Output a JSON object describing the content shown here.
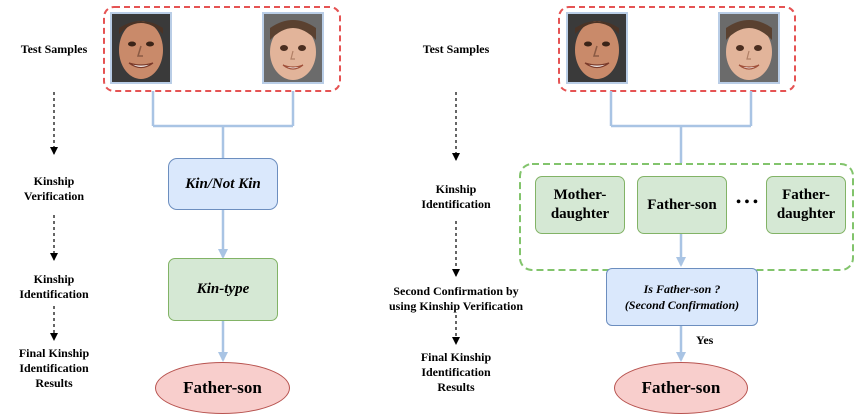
{
  "left": {
    "labels": {
      "test_samples": "Test Samples",
      "kinship_verification": "Kinship\nVerification",
      "kinship_identification": "Kinship\nIdentification",
      "final_results": "Final Kinship\nIdentification\nResults"
    },
    "nodes": {
      "verify": "Kin/Not Kin",
      "kin_type": "Kin-type",
      "result": "Father-son"
    }
  },
  "right": {
    "labels": {
      "test_samples": "Test Samples",
      "kinship_identification": "Kinship\nIdentification",
      "second_confirmation": "Second Confirmation by\nusing Kinship Verification",
      "final_results": "Final Kinship\nIdentification\nResults"
    },
    "nodes": {
      "mother_daughter": "Mother-\ndaughter",
      "father_son": "Father-son",
      "ellipsis": "• • •",
      "father_daughter": "Father-\ndaughter",
      "confirm": "Is Father-son ?\n(Second Confirmation)",
      "yes": "Yes",
      "result": "Father-son"
    }
  },
  "colors": {
    "connector": "#a9c4e4",
    "dashed_red": "#e55353",
    "dashed_green": "#82c46c"
  }
}
